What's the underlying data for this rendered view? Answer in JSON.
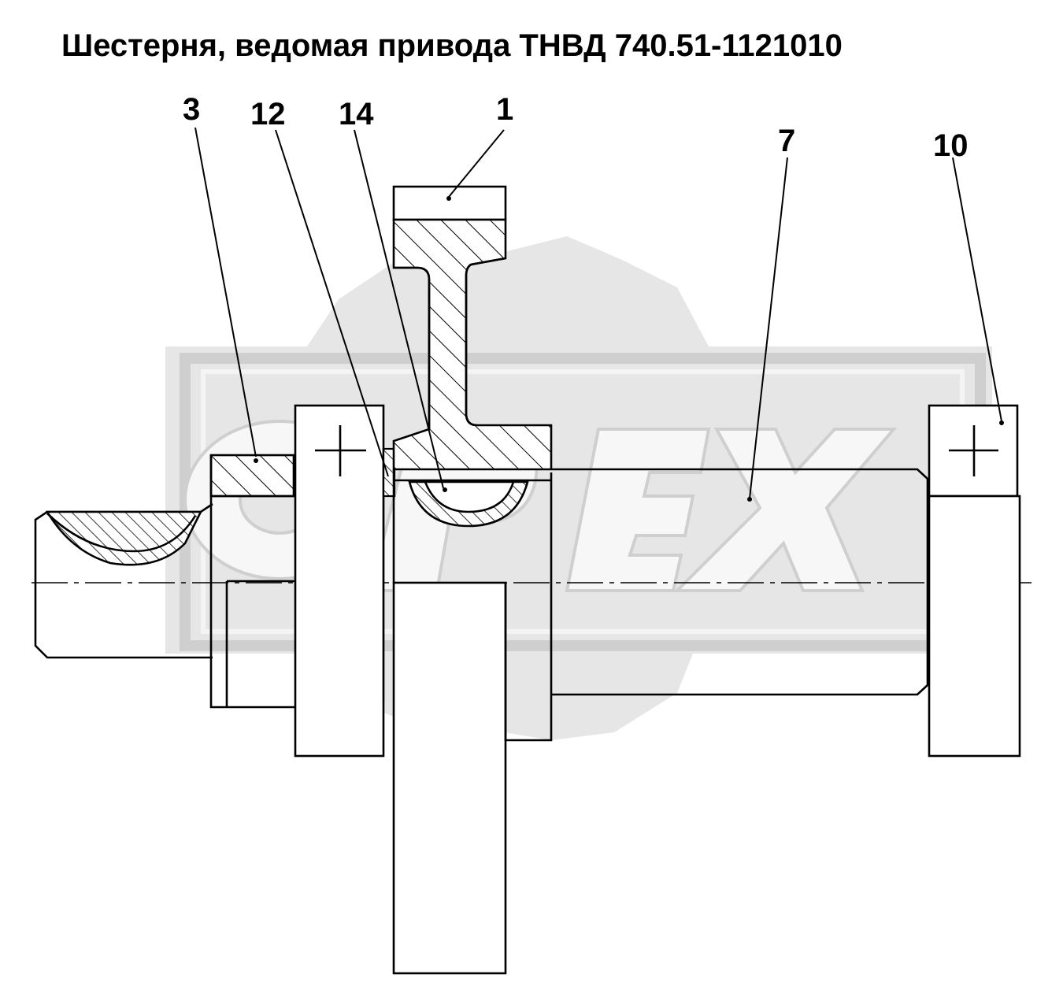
{
  "title": "Шестерня, ведомая привода ТНВД 740.51-1121010",
  "callouts": [
    {
      "id": "3",
      "label": "3"
    },
    {
      "id": "12",
      "label": "12"
    },
    {
      "id": "14",
      "label": "14"
    },
    {
      "id": "1",
      "label": "1"
    },
    {
      "id": "7",
      "label": "7"
    },
    {
      "id": "10",
      "label": "10"
    }
  ],
  "watermark": {
    "text": "OPEX",
    "color": "#d9d9d9"
  },
  "colors": {
    "line": "#000000",
    "background": "#ffffff",
    "watermark": "#dcdcdc"
  }
}
